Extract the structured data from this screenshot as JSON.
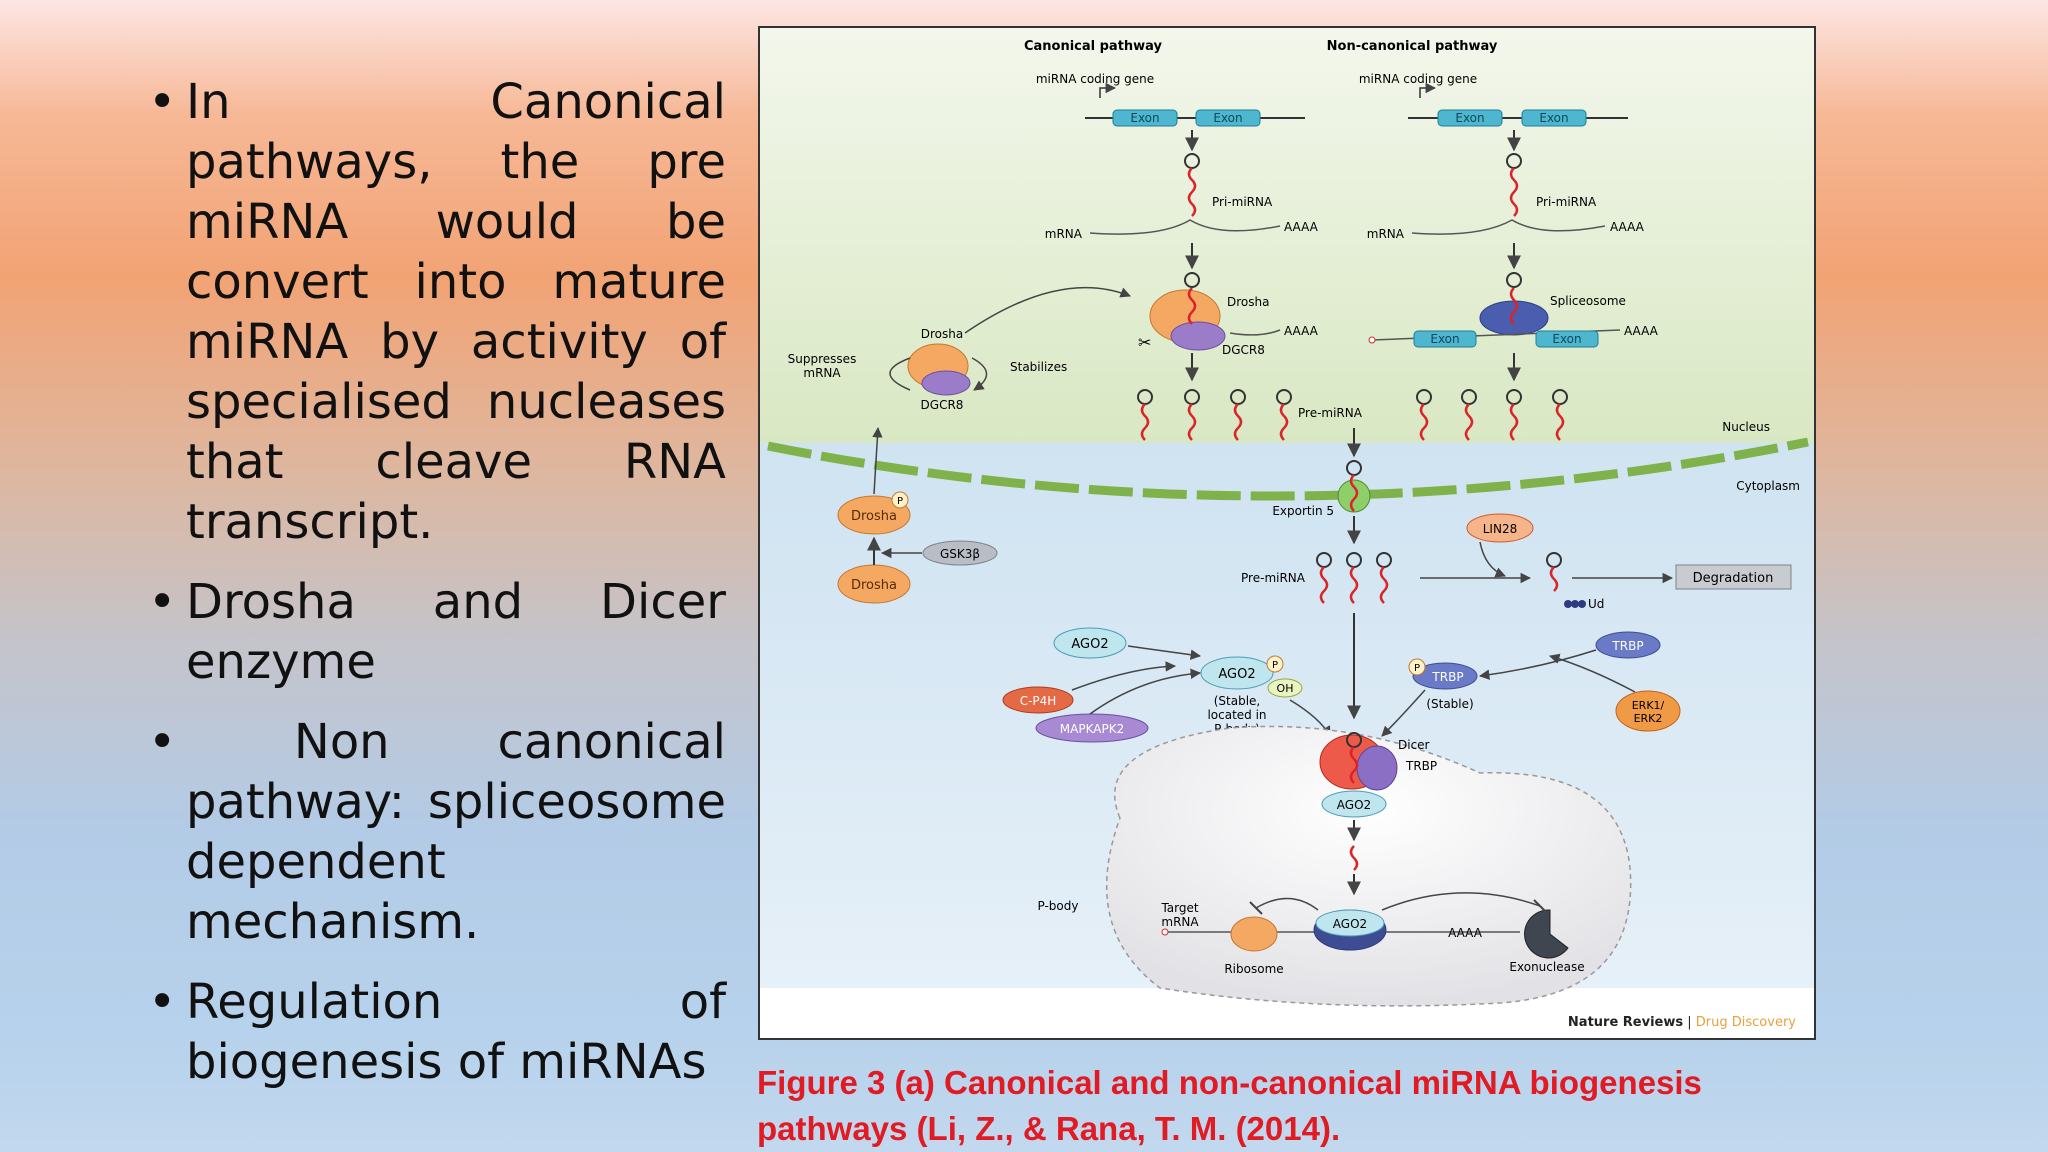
{
  "bullets": [
    "In Canonical pathways, the pre miRNA would be convert into mature miRNA by activity of specialised nucleases that cleave RNA transcript.",
    "Drosha and Dicer enzyme",
    " Non canonical pathway: spliceosome dependent mechanism.",
    "Regulation of biogenesis of miRNAs"
  ],
  "figure": {
    "canonical_title": "Canonical pathway",
    "noncanonical_title": "Non-canonical pathway",
    "coding_gene": "miRNA coding gene",
    "exon": "Exon",
    "pri_mirna": "Pri-miRNA",
    "mrna": "mRNA",
    "aaaa": "AAAA",
    "drosha": "Drosha",
    "dgcr8": "DGCR8",
    "spliceosome": "Spliceosome",
    "suppresses": "Suppresses",
    "suppresses2": "mRNA",
    "stabilizes": "Stabilizes",
    "pre_mirna": "Pre-miRNA",
    "nucleus": "Nucleus",
    "cytoplasm": "Cytoplasm",
    "exportin": "Exportin 5",
    "p": "P",
    "gsk3b": "GSK3β",
    "lin28": "LIN28",
    "degradation": "Degradation",
    "ud": "Ud",
    "ago2": "AGO2",
    "oh": "OH",
    "stable1": "(Stable,",
    "stable2": "located in",
    "stable3": "P-body)",
    "c_p4h": "C-P4H",
    "mapkapk2": "MAPKAPK2",
    "trbp": "TRBP",
    "trbp_stable": "(Stable)",
    "erk1": "ERK1/",
    "erk2": "ERK2",
    "dicer": "Dicer",
    "pbody": "P-body",
    "target1": "Target",
    "target2": "mRNA",
    "ribosome": "Ribosome",
    "exonuclease": "Exonuclease",
    "journal": "Nature Reviews",
    "separator": " | ",
    "journal_section": "Drug Discovery"
  },
  "caption": {
    "line1": "Figure 3 (a) Canonical and non-canonical miRNA biogenesis",
    "line2": "pathways (Li, Z., & Rana, T. M. (2014)."
  }
}
